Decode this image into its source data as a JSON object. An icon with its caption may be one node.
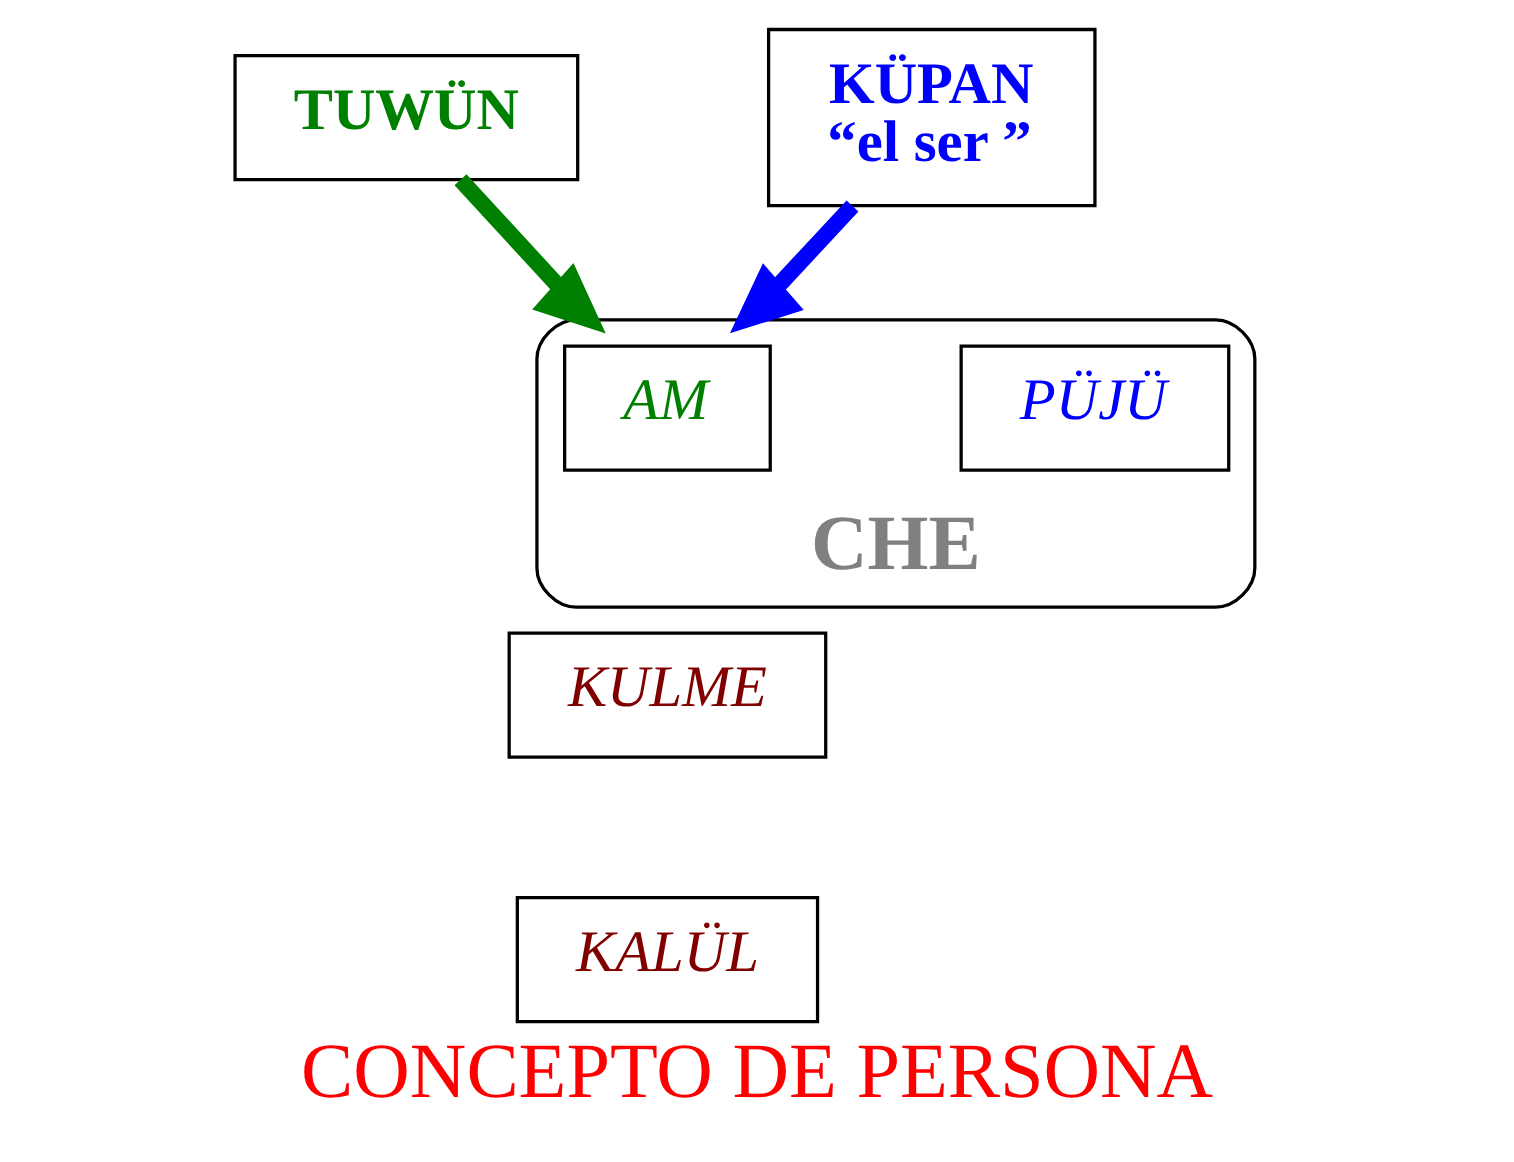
{
  "diagram": {
    "caption": "CONCEPTO DE PERSONA",
    "nodes": [
      {
        "text": [
          "TUWÜN"
        ]
      },
      {
        "text": [
          "KÜPAN",
          "“el ser ”"
        ]
      },
      {
        "text": [
          "CHE"
        ]
      },
      {
        "text": [
          "AM"
        ],
        "in": 2
      },
      {
        "text": [
          "PÜJÜ"
        ],
        "in": 2
      },
      {
        "text": [
          "KULME"
        ]
      },
      {
        "text": [
          "KALÜL"
        ]
      }
    ],
    "edges": [
      {
        "from": 0,
        "to": 2,
        "arrow": "to",
        "color": "#008000"
      },
      {
        "from": 1,
        "to": 2,
        "arrow": "to",
        "color": "#0000ff"
      }
    ]
  }
}
